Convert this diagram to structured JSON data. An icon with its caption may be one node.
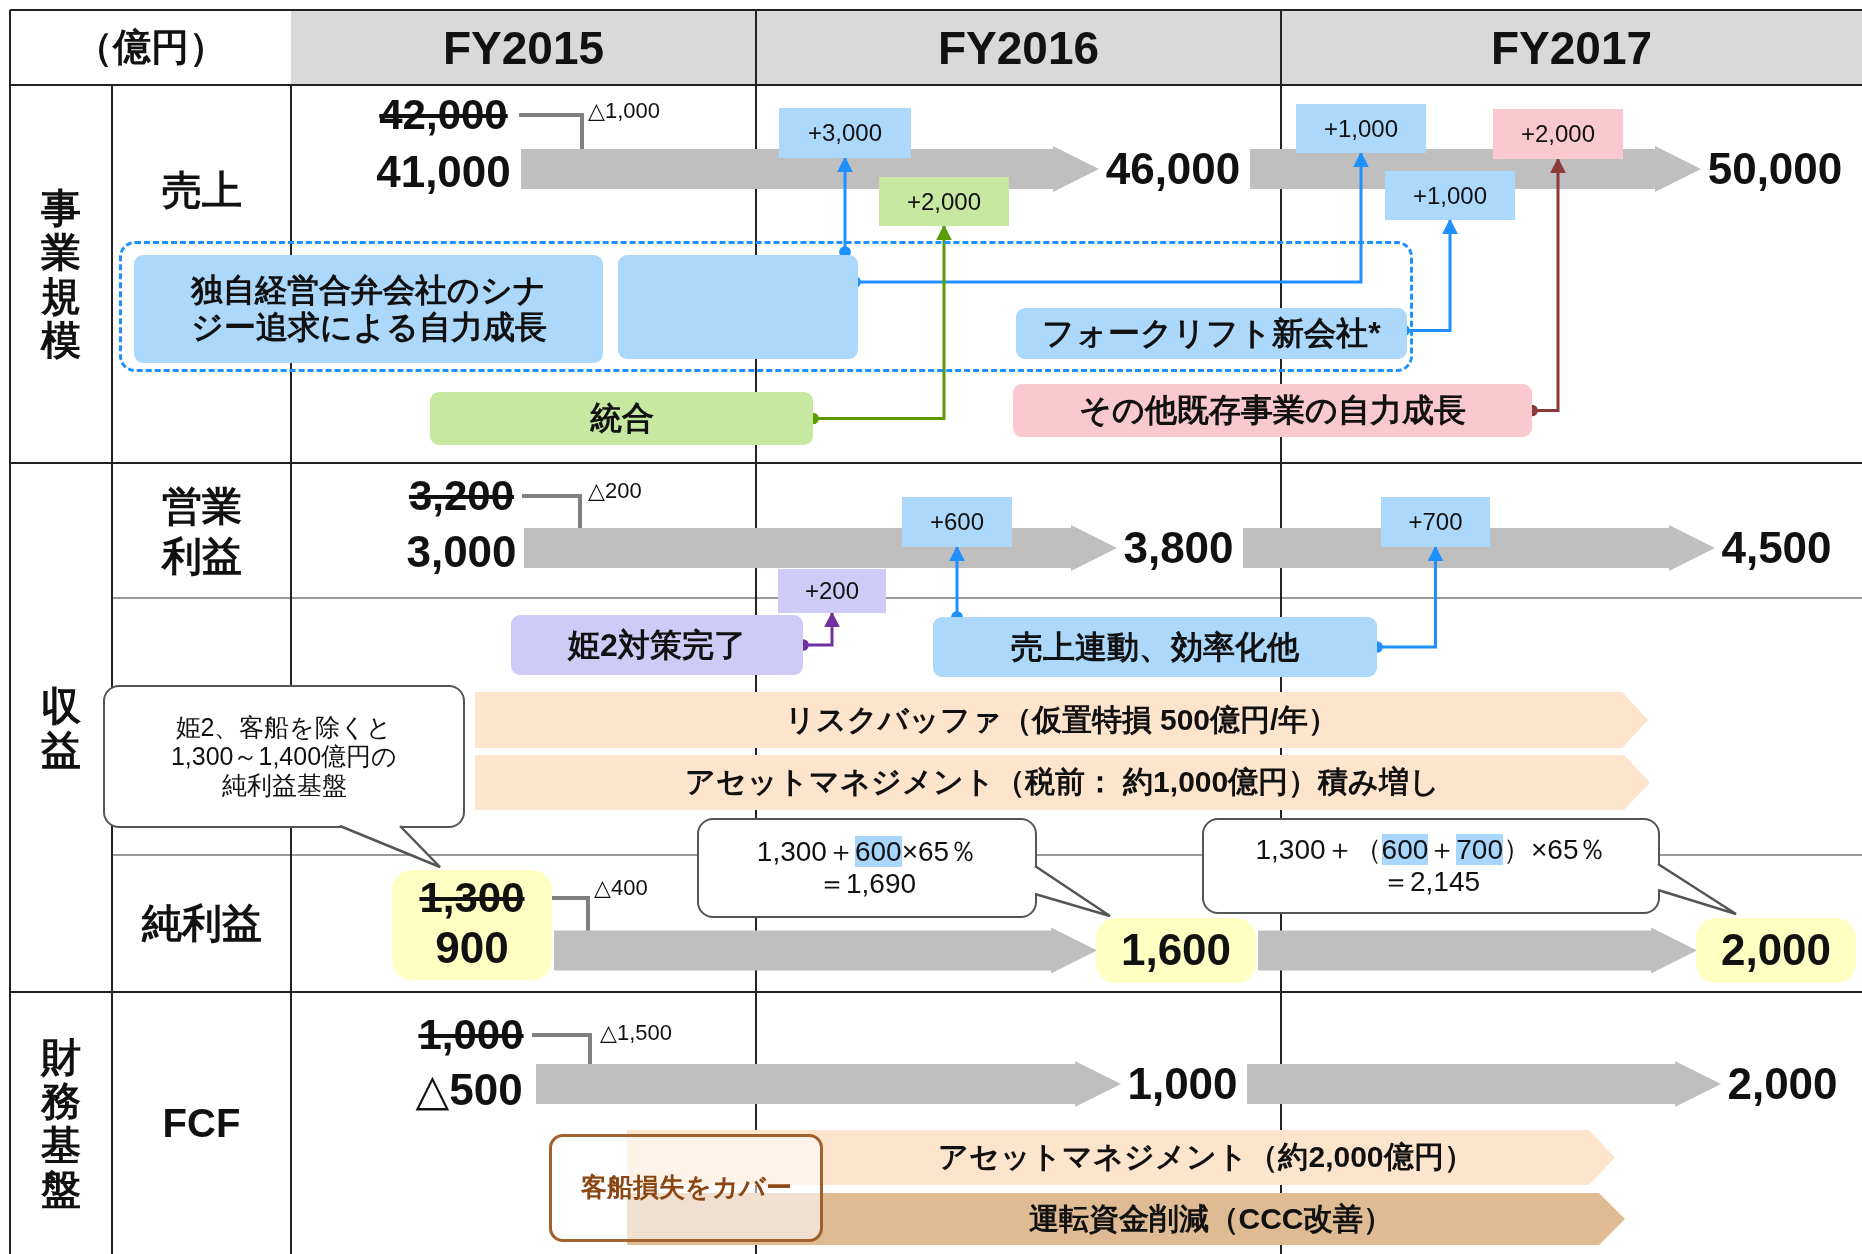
{
  "diagram": {
    "nodes": [
      {
        "text": [
          "42,000"
        ]
      },
      {
        "text": [
          "41,000"
        ]
      },
      {
        "text": [
          "46,000"
        ]
      },
      {
        "text": [
          "50,000"
        ]
      },
      {
        "text": [
          "+3,000"
        ]
      },
      {
        "text": [
          "+2,000"
        ]
      },
      {
        "text": [
          "+1,000"
        ]
      },
      {
        "text": [
          "+1,000"
        ]
      },
      {
        "text": [
          "+2,000"
        ]
      },
      {
        "text": [],
        "shape": "box"
      },
      {
        "text": [
          "独自経営合弁会社のシナジー追求による自力成長"
        ],
        "in": 9
      },
      {
        "text": [],
        "shape": "box",
        "in": 9
      },
      {
        "text": [
          "フォークリフト新会社*"
        ],
        "in": 9
      },
      {
        "text": [
          "統合"
        ]
      },
      {
        "text": [
          "その他既存事業の自力成長"
        ]
      },
      {
        "text": [
          "3,200"
        ]
      },
      {
        "text": [
          "3,000"
        ]
      },
      {
        "text": [
          "3,800"
        ]
      },
      {
        "text": [
          "4,500"
        ]
      },
      {
        "text": [
          "+600"
        ]
      },
      {
        "text": [
          "+200"
        ]
      },
      {
        "text": [
          "+700"
        ]
      },
      {
        "text": [
          "姫2対策完了"
        ]
      },
      {
        "text": [
          "売上連動、効率化他"
        ]
      },
      {
        "text": [
          "リスクバッファ（仮置特損 500億円/年）"
        ]
      },
      {
        "text": [
          "アセットマネジメント（税前： 約1,000億円）積み増し"
        ]
      },
      {
        "text": [
          "姫2、客船を除くと1,300～1,400億円の純利益基盤"
        ]
      },
      {
        "text": [],
        "shape": "box"
      },
      {
        "text": [
          "1,300"
        ],
        "in": 27
      },
      {
        "text": [
          "900"
        ],
        "in": 27
      },
      {
        "text": [
          "1,600"
        ]
      },
      {
        "text": [
          "2,000"
        ]
      },
      {
        "text": [
          "1,300＋**600**×65％＝1,690"
        ]
      },
      {
        "text": [
          "1,300＋（**600**＋**700**）×65％＝2,145"
        ]
      },
      {
        "text": [
          "1,000"
        ]
      },
      {
        "text": [
          "△500"
        ]
      },
      {
        "text": [
          "1,000"
        ]
      },
      {
        "text": [
          "2,000"
        ]
      },
      {
        "text": [
          "アセットマネジメント（約2,000億円）"
        ]
      },
      {
        "text": [
          "運転資金削減（CCC改善）"
        ]
      },
      {
        "text": [
          "客船損失をカバー"
        ]
      }
    ],
    "edges": [
      {
        "from": 0,
        "to": 1,
        "arrow": "to",
        "label": "△1,000",
        "color": "#808080"
      },
      {
        "from": 1,
        "to": 2,
        "arrow": "to",
        "style": "thick",
        "color": "#bfbfbf"
      },
      {
        "from": 2,
        "to": 3,
        "arrow": "to",
        "style": "thick",
        "color": "#bfbfbf"
      },
      {
        "from": 11,
        "to": 4,
        "arrow": "to",
        "color": "#1e90ff"
      },
      {
        "from": 11,
        "to": 6,
        "arrow": "to",
        "color": "#1e90ff"
      },
      {
        "from": 13,
        "to": 5,
        "arrow": "to",
        "color": "#5b9b00"
      },
      {
        "from": 12,
        "to": 7,
        "arrow": "to",
        "color": "#1e90ff"
      },
      {
        "from": 14,
        "to": 8,
        "arrow": "to",
        "color": "#8b3a3a"
      },
      {
        "from": 15,
        "to": 16,
        "arrow": "to",
        "label": "△200",
        "color": "#808080"
      },
      {
        "from": 16,
        "to": 17,
        "arrow": "to",
        "style": "thick",
        "color": "#bfbfbf"
      },
      {
        "from": 17,
        "to": 18,
        "arrow": "to",
        "style": "thick",
        "color": "#bfbfbf"
      },
      {
        "from": 22,
        "to": 20,
        "arrow": "to",
        "color": "#7030a0"
      },
      {
        "from": 23,
        "to": 19,
        "arrow": "to",
        "color": "#1e90ff"
      },
      {
        "from": 23,
        "to": 21,
        "arrow": "to",
        "color": "#1e90ff"
      },
      {
        "from": 28,
        "to": 29,
        "arrow": "to",
        "label": "△400",
        "color": "#808080"
      },
      {
        "from": 29,
        "to": 30,
        "arrow": "to",
        "style": "thick",
        "color": "#bfbfbf"
      },
      {
        "from": 30,
        "to": 31,
        "arrow": "to",
        "style": "thick",
        "color": "#bfbfbf"
      },
      {
        "from": 34,
        "to": 35,
        "arrow": "to",
        "label": "△1,500",
        "color": "#808080"
      },
      {
        "from": 35,
        "to": 36,
        "arrow": "to",
        "style": "thick",
        "color": "#bfbfbf"
      },
      {
        "from": 36,
        "to": 37,
        "arrow": "to",
        "style": "thick",
        "color": "#bfbfbf"
      }
    ],
    "labels": [
      "（億円）",
      "FY2015",
      "FY2016",
      "FY2017",
      "事業規模",
      "売上",
      "収益",
      "営業利益",
      "純利益",
      "財務基盤",
      "FCF"
    ]
  }
}
